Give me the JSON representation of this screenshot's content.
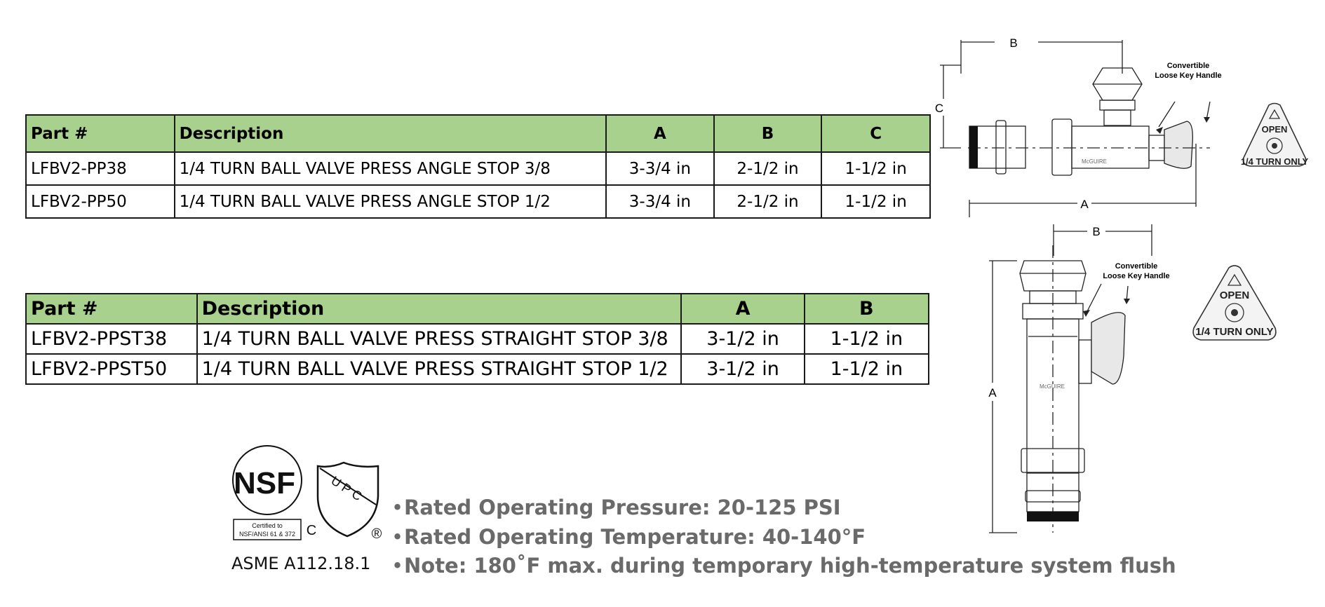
{
  "angle_table": {
    "headers": [
      "Part #",
      "Description",
      "A",
      "B",
      "C"
    ],
    "rows": [
      [
        "LFBV2-PP38",
        "1/4 TURN BALL VALVE PRESS ANGLE STOP 3/8",
        "3-3/4 in",
        "2-1/2 in",
        "1-1/2 in"
      ],
      [
        "LFBV2-PP50",
        "1/4 TURN BALL VALVE PRESS ANGLE STOP 1/2",
        "3-3/4 in",
        "2-1/2 in",
        "1-1/2 in"
      ]
    ]
  },
  "straight_table": {
    "headers": [
      "Part #",
      "Description",
      "A",
      "B"
    ],
    "rows": [
      [
        "LFBV2-PPST38",
        "1/4 TURN BALL VALVE PRESS STRAIGHT STOP 3/8",
        "3-1/2 in",
        "1-1/2 in"
      ],
      [
        "LFBV2-PPST50",
        "1/4 TURN BALL VALVE PRESS STRAIGHT STOP 1/2",
        "3-1/2 in",
        "1-1/2 in"
      ]
    ]
  },
  "angle_diagram": {
    "dim_a": "A",
    "dim_b": "B",
    "dim_c": "C",
    "callout_line1": "Convertible",
    "callout_line2": "Loose Key Handle",
    "badge_open": "OPEN",
    "badge_turn": "1/4 TURN ONLY",
    "brand_mark": "McGUIRE"
  },
  "straight_diagram": {
    "dim_a": "A",
    "dim_b": "B",
    "callout_line1": "Convertible",
    "callout_line2": "Loose Key Handle",
    "badge_open": "OPEN",
    "badge_turn": "1/4 TURN ONLY",
    "brand_mark": "McGUIRE"
  },
  "certifications": {
    "nsf_logo": "NSF",
    "nsf_caption_line1": "Certified to",
    "nsf_caption_line2": "NSF/ANSI 61 & 372",
    "upc_letters": "UPC",
    "upc_c": "C",
    "registered": "®",
    "asme": "ASME A112.18.1"
  },
  "ratings": {
    "bullet": "•",
    "lines": [
      "Rated Operating Pressure: 20-125 PSI",
      "Rated Operating Temperature: 40-140°F",
      "Note: 180˚F max. during temporary high-temperature system flush"
    ]
  },
  "colors": {
    "header_green": "#a9d18e",
    "rating_gray": "#6a6a6a"
  }
}
